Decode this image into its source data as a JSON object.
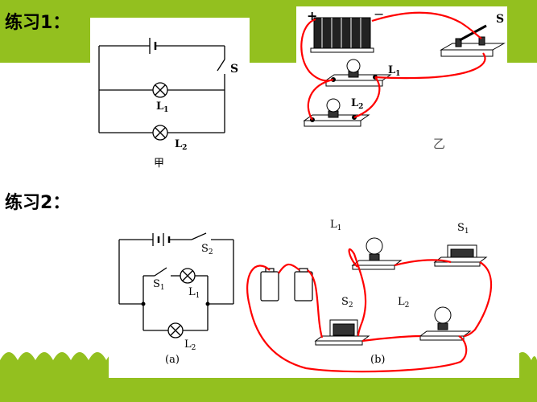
{
  "slide": {
    "colors": {
      "band": "#93c01f",
      "wire": "#ff0000"
    },
    "exercise1": {
      "heading": "练习1：",
      "figA": {
        "switch": "S",
        "lamp1": "L",
        "lamp1_sub": "1",
        "lamp2": "L",
        "lamp2_sub": "2",
        "caption": "甲"
      },
      "figB": {
        "battery_plus": "+",
        "battery_minus": "−",
        "switch": "S",
        "lamp1": "L",
        "lamp1_sub": "1",
        "lamp2": "L",
        "lamp2_sub": "2",
        "caption": "乙"
      }
    },
    "exercise2": {
      "heading": "练习2：",
      "figA": {
        "switch2": "S",
        "switch2_sub": "2",
        "switch1": "S",
        "switch1_sub": "1",
        "lamp1": "L",
        "lamp1_sub": "1",
        "lamp2": "L",
        "lamp2_sub": "2",
        "caption": "(a)"
      },
      "figB": {
        "lamp1": "L",
        "lamp1_sub": "1",
        "switch1": "S",
        "switch1_sub": "1",
        "switch2": "S",
        "switch2_sub": "2",
        "lamp2": "L",
        "lamp2_sub": "2",
        "caption": "(b)"
      }
    }
  }
}
